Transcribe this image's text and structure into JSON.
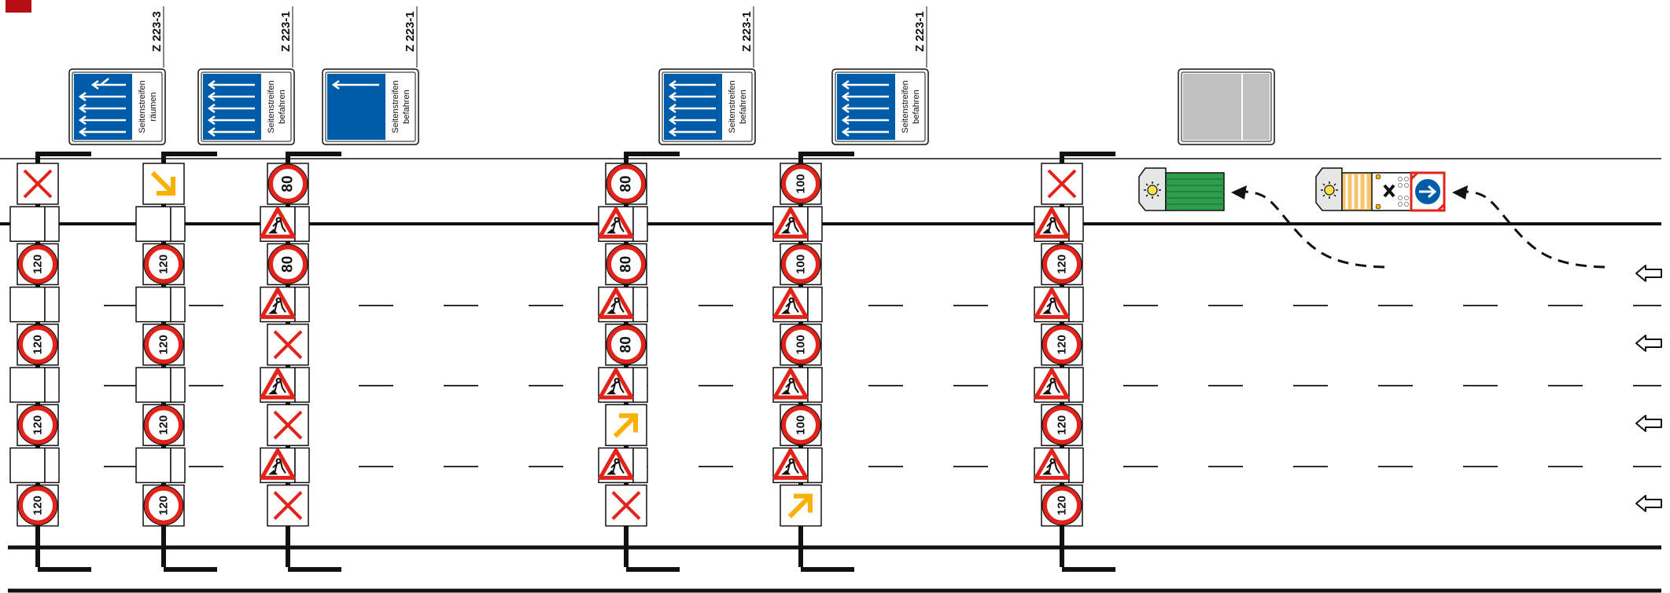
{
  "accent": {
    "red": "#e2231a",
    "blue": "#005ca9",
    "yellow": "#f9b000",
    "green": "#2e9e4d",
    "grey": "#c0c0c0",
    "corner": "#b30f14"
  },
  "corner_marker": "red-square",
  "info_signs": [
    {
      "code": "Z 223-3",
      "text1": "Seitenstreifen",
      "text2": "räumen",
      "pattern": "clear-shoulder"
    },
    {
      "code": "Z 223-1",
      "text1": "Seitenstreifen",
      "text2": "befahren",
      "pattern": "five-arrows"
    },
    {
      "code": "Z 223-1",
      "text1": "Seitenstreifen",
      "text2": "befahren",
      "pattern": "blank-shoulder"
    },
    {
      "code": "Z 223-1",
      "text1": "Seitenstreifen",
      "text2": "befahren",
      "pattern": "five-arrows"
    },
    {
      "code": "Z 223-1",
      "text1": "Seitenstreifen",
      "text2": "befahren",
      "pattern": "five-arrows"
    },
    {
      "code": "",
      "text1": "",
      "text2": "",
      "pattern": "blank-grey"
    }
  ],
  "gantries": [
    {
      "lanes": [
        "x",
        "blank",
        "120",
        "blank",
        "120",
        "blank",
        "120",
        "blank",
        "120"
      ]
    },
    {
      "lanes": [
        "arrow-down-right",
        "blank",
        "120",
        "blank",
        "120",
        "blank",
        "120",
        "blank",
        "120"
      ]
    },
    {
      "lanes": [
        "80",
        "warning",
        "80",
        "warning",
        "x",
        "warning",
        "x",
        "warning",
        "x"
      ]
    },
    {
      "lanes": [
        "80",
        "warning",
        "80",
        "warning",
        "80",
        "warning",
        "arrow-up-right",
        "warning",
        "x"
      ]
    },
    {
      "lanes": [
        "100",
        "warning",
        "100",
        "warning",
        "100",
        "warning",
        "100",
        "warning",
        "arrow-up-right"
      ]
    },
    {
      "lanes": [
        "x",
        "warning",
        "120",
        "warning",
        "120",
        "warning",
        "120",
        "warning",
        "120"
      ]
    }
  ],
  "vehicles": [
    {
      "type": "green-truck",
      "light": "beacon-icon"
    },
    {
      "type": "safety-trailer",
      "light": "beacon-icon",
      "symbol": "keep-right-icon"
    }
  ],
  "direction_arrows": [
    "left-arrow-icon",
    "left-arrow-icon",
    "left-arrow-icon",
    "left-arrow-icon"
  ]
}
